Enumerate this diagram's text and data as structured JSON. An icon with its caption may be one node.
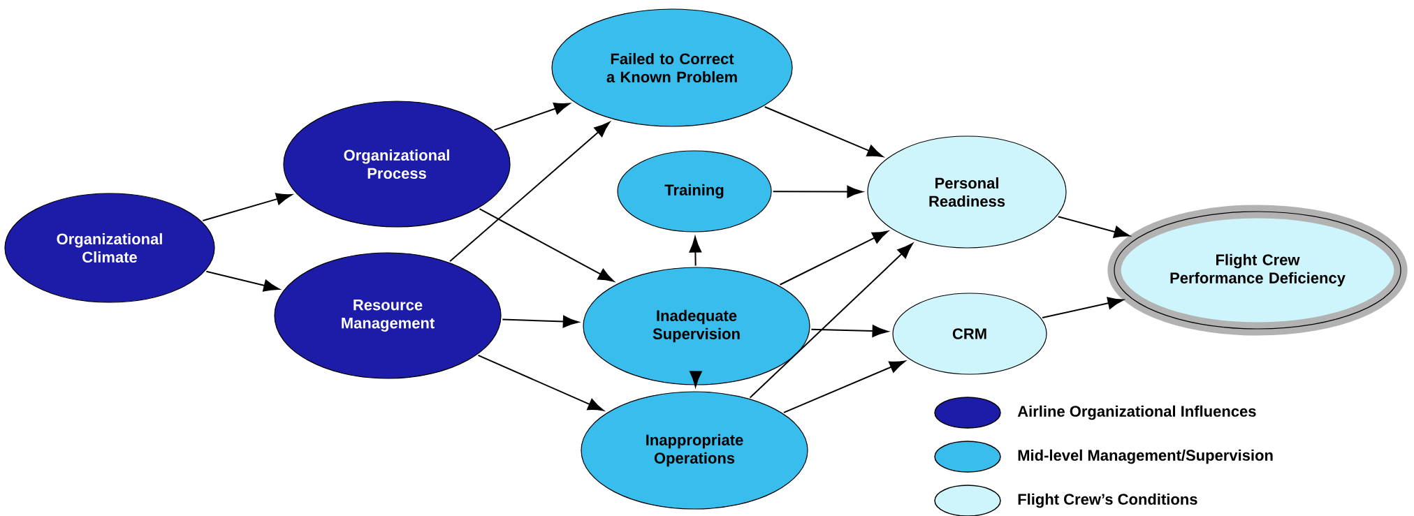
{
  "diagram": {
    "nodes": [
      {
        "text": [
          "Organizational Climate"
        ]
      },
      {
        "text": [
          "Organizational Process"
        ]
      },
      {
        "text": [
          "Resource Management"
        ]
      },
      {
        "text": [
          "Failed to Correct a Known Problem"
        ]
      },
      {
        "text": [
          "Training"
        ]
      },
      {
        "text": [
          "Inadequate Supervision"
        ]
      },
      {
        "text": [
          "Inappropriate Operations"
        ]
      },
      {
        "text": [
          "Personal Readiness"
        ]
      },
      {
        "text": [
          "CRM"
        ]
      },
      {
        "text": [
          "Flight Crew Performance Deficiency"
        ]
      }
    ],
    "edges": [
      {
        "from": 0,
        "to": 1,
        "arrow": "to"
      },
      {
        "from": 0,
        "to": 2,
        "arrow": "to"
      },
      {
        "from": 1,
        "to": 3,
        "arrow": "to"
      },
      {
        "from": 1,
        "to": 5,
        "arrow": "to"
      },
      {
        "from": 2,
        "to": 3,
        "arrow": "to"
      },
      {
        "from": 2,
        "to": 5,
        "arrow": "to"
      },
      {
        "from": 2,
        "to": 6,
        "arrow": "to"
      },
      {
        "from": 3,
        "to": 7,
        "arrow": "to"
      },
      {
        "from": 4,
        "to": 7,
        "arrow": "to"
      },
      {
        "from": 5,
        "to": 4,
        "arrow": "to"
      },
      {
        "from": 5,
        "to": 7,
        "arrow": "to"
      },
      {
        "from": 5,
        "to": 8,
        "arrow": "to"
      },
      {
        "from": 5,
        "to": 6,
        "arrow": "to"
      },
      {
        "from": 6,
        "to": 7,
        "arrow": "to"
      },
      {
        "from": 6,
        "to": 8,
        "arrow": "to"
      },
      {
        "from": 7,
        "to": 9,
        "arrow": "to"
      },
      {
        "from": 8,
        "to": 9,
        "arrow": "to"
      }
    ],
    "legend": [
      {
        "text": "Airline Organizational Influences",
        "color": "#1c1ca8"
      },
      {
        "text": "Mid-level Management/Supervision",
        "color": "#38bdec"
      },
      {
        "text": "Flight Crew’s Conditions",
        "color": "#cdf5fb"
      }
    ]
  }
}
